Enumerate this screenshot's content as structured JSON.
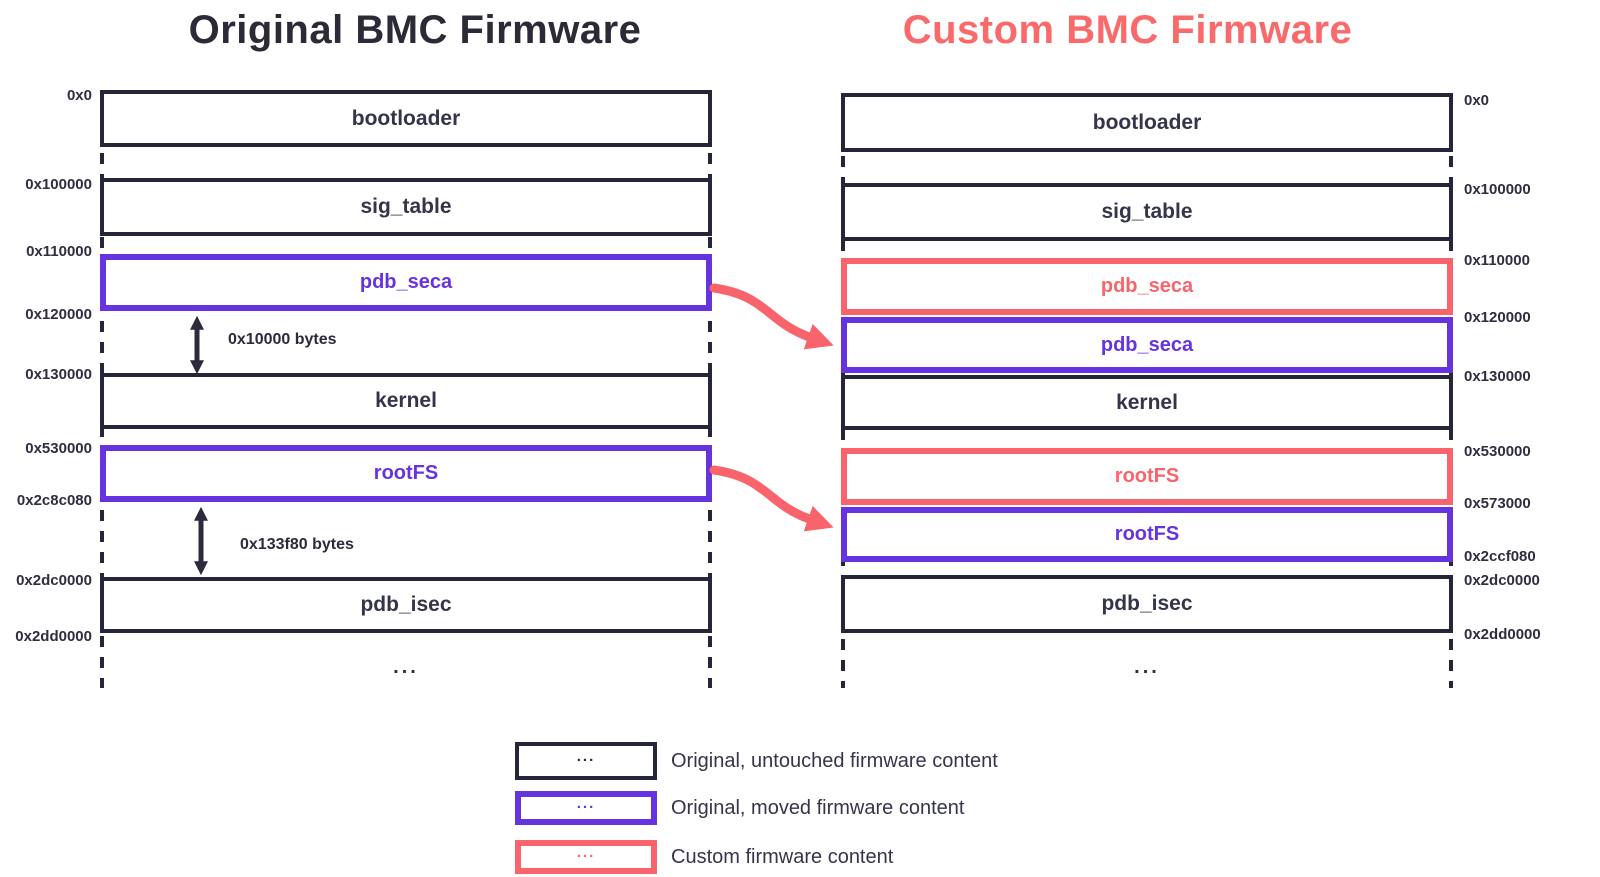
{
  "titles": {
    "left": "Original BMC Firmware",
    "right": "Custom BMC Firmware"
  },
  "colors": {
    "dark": "#26263a",
    "purple": "#6633e0",
    "red": "#f9646c",
    "title_red": "#fa6a6a",
    "text": "#2e2e40"
  },
  "left_column": {
    "segments": {
      "bootloader": "bootloader",
      "sig_table": "sig_table",
      "pdb_seca_moved": "pdb_seca",
      "kernel": "kernel",
      "rootfs_moved": "rootFS",
      "pdb_isec": "pdb_isec",
      "ellipsis": "..."
    },
    "addresses": [
      "0x0",
      "0x100000",
      "0x110000",
      "0x120000",
      "0x130000",
      "0x530000",
      "0x2c8c080",
      "0x2dc0000",
      "0x2dd0000"
    ],
    "gap_labels": [
      "0x10000 bytes",
      "0x133f80 bytes"
    ]
  },
  "right_column": {
    "segments": {
      "bootloader": "bootloader",
      "sig_table": "sig_table",
      "pdb_seca_custom": "pdb_seca",
      "pdb_seca_moved": "pdb_seca",
      "kernel": "kernel",
      "rootfs_custom": "rootFS",
      "rootfs_moved": "rootFS",
      "pdb_isec": "pdb_isec",
      "ellipsis": "..."
    },
    "addresses": [
      "0x0",
      "0x100000",
      "0x110000",
      "0x120000",
      "0x130000",
      "0x530000",
      "0x573000",
      "0x2ccf080",
      "0x2dc0000",
      "0x2dd0000"
    ]
  },
  "legend": {
    "items": [
      {
        "marker": "...",
        "label": "Original, untouched firmware content"
      },
      {
        "marker": "...",
        "label": "Original, moved firmware content"
      },
      {
        "marker": "...",
        "label": "Custom firmware content"
      }
    ]
  }
}
